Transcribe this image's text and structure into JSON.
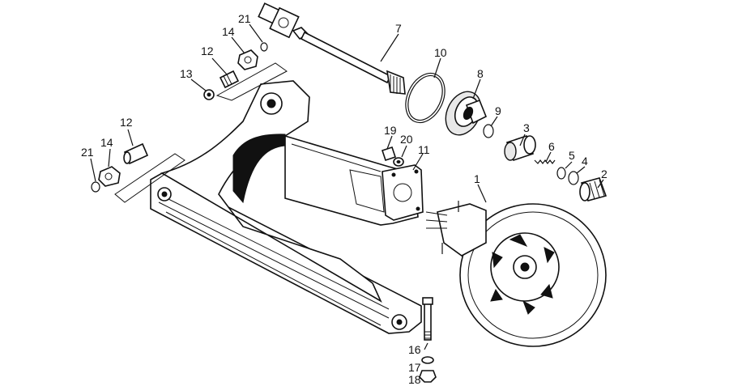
{
  "callouts": {
    "p1": "1",
    "p2": "2",
    "p3": "3",
    "p4": "4",
    "p5": "5",
    "p6": "6",
    "p7": "7",
    "p8": "8",
    "p9": "9",
    "p10": "10",
    "p11": "11",
    "p12a": "12",
    "p12b": "12",
    "p13": "13",
    "p14a": "14",
    "p14b": "14",
    "p16": "16",
    "p17": "17",
    "p18": "18",
    "p19": "19",
    "p20": "20",
    "p21a": "21",
    "p21b": "21"
  }
}
